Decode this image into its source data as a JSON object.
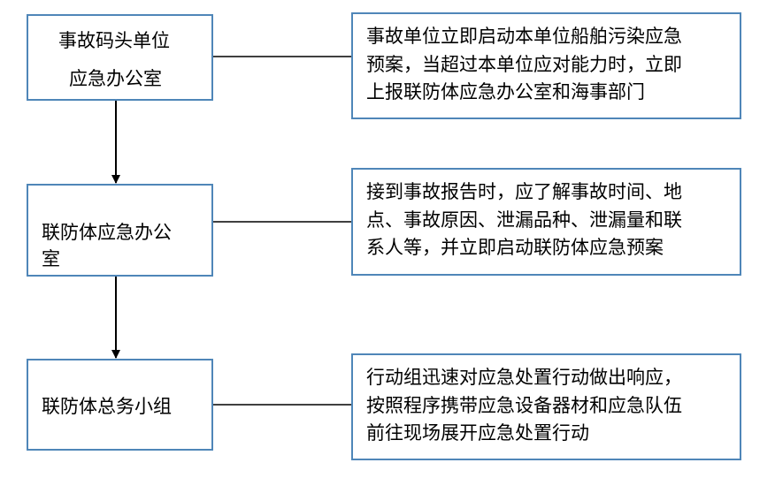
{
  "colors": {
    "box_border": "#4f86b8",
    "line": "#000000",
    "background": "#ffffff"
  },
  "flow_nodes": [
    {
      "id": "terminal_office",
      "title_lines": [
        "事故码头单位",
        "应急办公室"
      ]
    },
    {
      "id": "joint_office",
      "title_lines": [
        "联防体应急办公",
        "室"
      ]
    },
    {
      "id": "joint_group",
      "title_lines": [
        "联防体总务小组"
      ]
    }
  ],
  "descriptions": [
    {
      "for": "terminal_office",
      "lines": [
        "事故单位立即启动本单位船舶污染应急",
        "预案，当超过本单位应对能力时，立即",
        "上报联防体应急办公室和海事部门"
      ]
    },
    {
      "for": "joint_office",
      "lines": [
        "接到事故报告时，应了解事故时间、地",
        "点、事故原因、泄漏品种、泄漏量和联",
        "系人等，并立即启动联防体应急预案"
      ]
    },
    {
      "for": "joint_group",
      "lines": [
        "行动组迅速对应急处置行动做出响应，",
        "按照程序携带应急设备器材和应急队伍",
        "前往现场展开应急处置行动"
      ]
    }
  ],
  "edges": [
    {
      "from": "terminal_office",
      "to": "joint_office",
      "kind": "arrow"
    },
    {
      "from": "joint_office",
      "to": "joint_group",
      "kind": "arrow"
    }
  ]
}
